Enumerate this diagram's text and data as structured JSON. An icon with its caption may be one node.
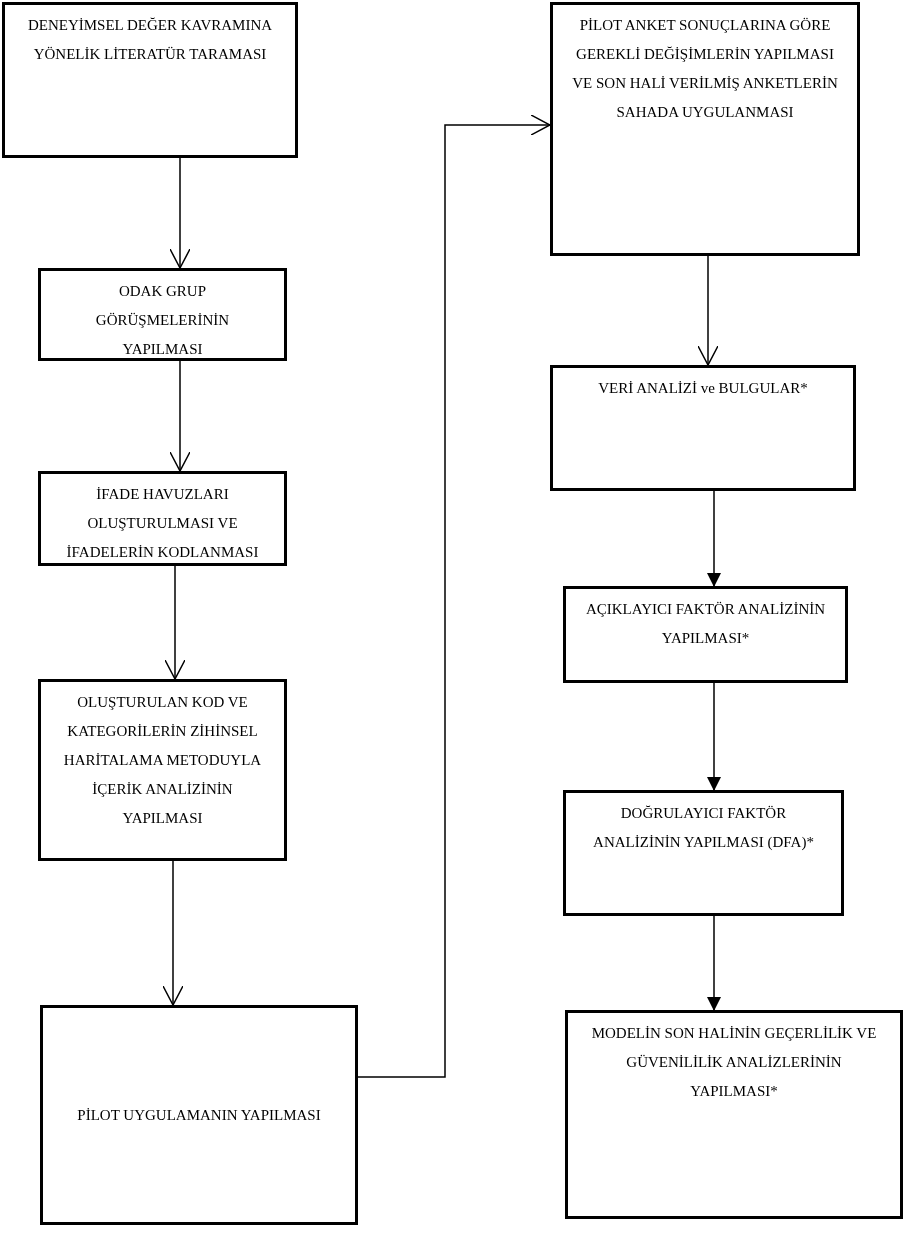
{
  "diagram": {
    "nodes": [
      {
        "text": [
          "DENEYİMSEL DEĞER KAVRAMINA YÖNELİK LİTERATÜR TARAMASI"
        ]
      },
      {
        "text": [
          "ODAK GRUP GÖRÜŞMELERİNİN YAPILMASI"
        ]
      },
      {
        "text": [
          "İFADE HAVUZLARI OLUŞTURULMASI VE İFADELERİN KODLANMASI"
        ]
      },
      {
        "text": [
          "OLUŞTURULAN KOD VE KATEGORİLERİN ZİHİNSEL HARİTALAMA METODUYLA İÇERİK ANALİZİNİN YAPILMASI"
        ]
      },
      {
        "text": [
          "PİLOT UYGULAMANIN YAPILMASI"
        ]
      },
      {
        "text": [
          "PİLOT ANKET SONUÇLARINA GÖRE GEREKLİ DEĞİŞİMLERİN YAPILMASI VE SON HALİ VERİLMİŞ ANKETLERİN SAHADA UYGULANMASI"
        ]
      },
      {
        "text": [
          "VERİ ANALİZİ ve BULGULAR*"
        ]
      },
      {
        "text": [
          "AÇIKLAYICI FAKTÖR ANALİZİNİN YAPILMASI*"
        ]
      },
      {
        "text": [
          "DOĞRULAYICI FAKTÖR ANALİZİNİN YAPILMASI (DFA)*"
        ]
      },
      {
        "text": [
          "MODELİN SON HALİNİN GEÇERLİLİK VE GÜVENİLİLİK ANALİZLERİNİN YAPILMASI*"
        ]
      }
    ],
    "edges": [
      {
        "from": 0,
        "to": 1,
        "arrow": "to"
      },
      {
        "from": 1,
        "to": 2,
        "arrow": "to"
      },
      {
        "from": 2,
        "to": 3,
        "arrow": "to"
      },
      {
        "from": 3,
        "to": 4,
        "arrow": "to"
      },
      {
        "from": 4,
        "to": 5,
        "arrow": "to"
      },
      {
        "from": 5,
        "to": 6,
        "arrow": "to"
      },
      {
        "from": 6,
        "to": 7,
        "arrow": "to"
      },
      {
        "from": 7,
        "to": 8,
        "arrow": "to"
      },
      {
        "from": 8,
        "to": 9,
        "arrow": "to"
      }
    ]
  }
}
